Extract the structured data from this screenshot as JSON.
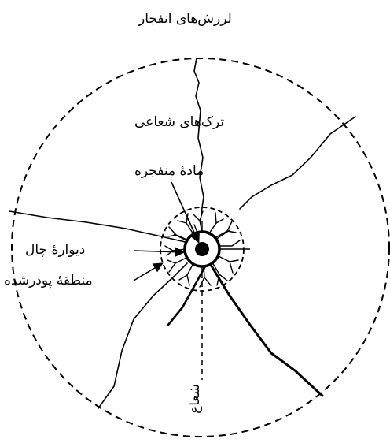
{
  "diagram": {
    "labels": {
      "vibration": "لرزش‌های انفجار",
      "radial_cracks": "ترک‌های شعاعی",
      "explosive": "مادهٔ منفجره",
      "hole_wall": "دیوارهٔ چال",
      "crushed_zone": "منطقهٔ پودرشده",
      "radius": "شعاع"
    },
    "colors": {
      "line": "#000000",
      "background": "#ffffff"
    }
  }
}
